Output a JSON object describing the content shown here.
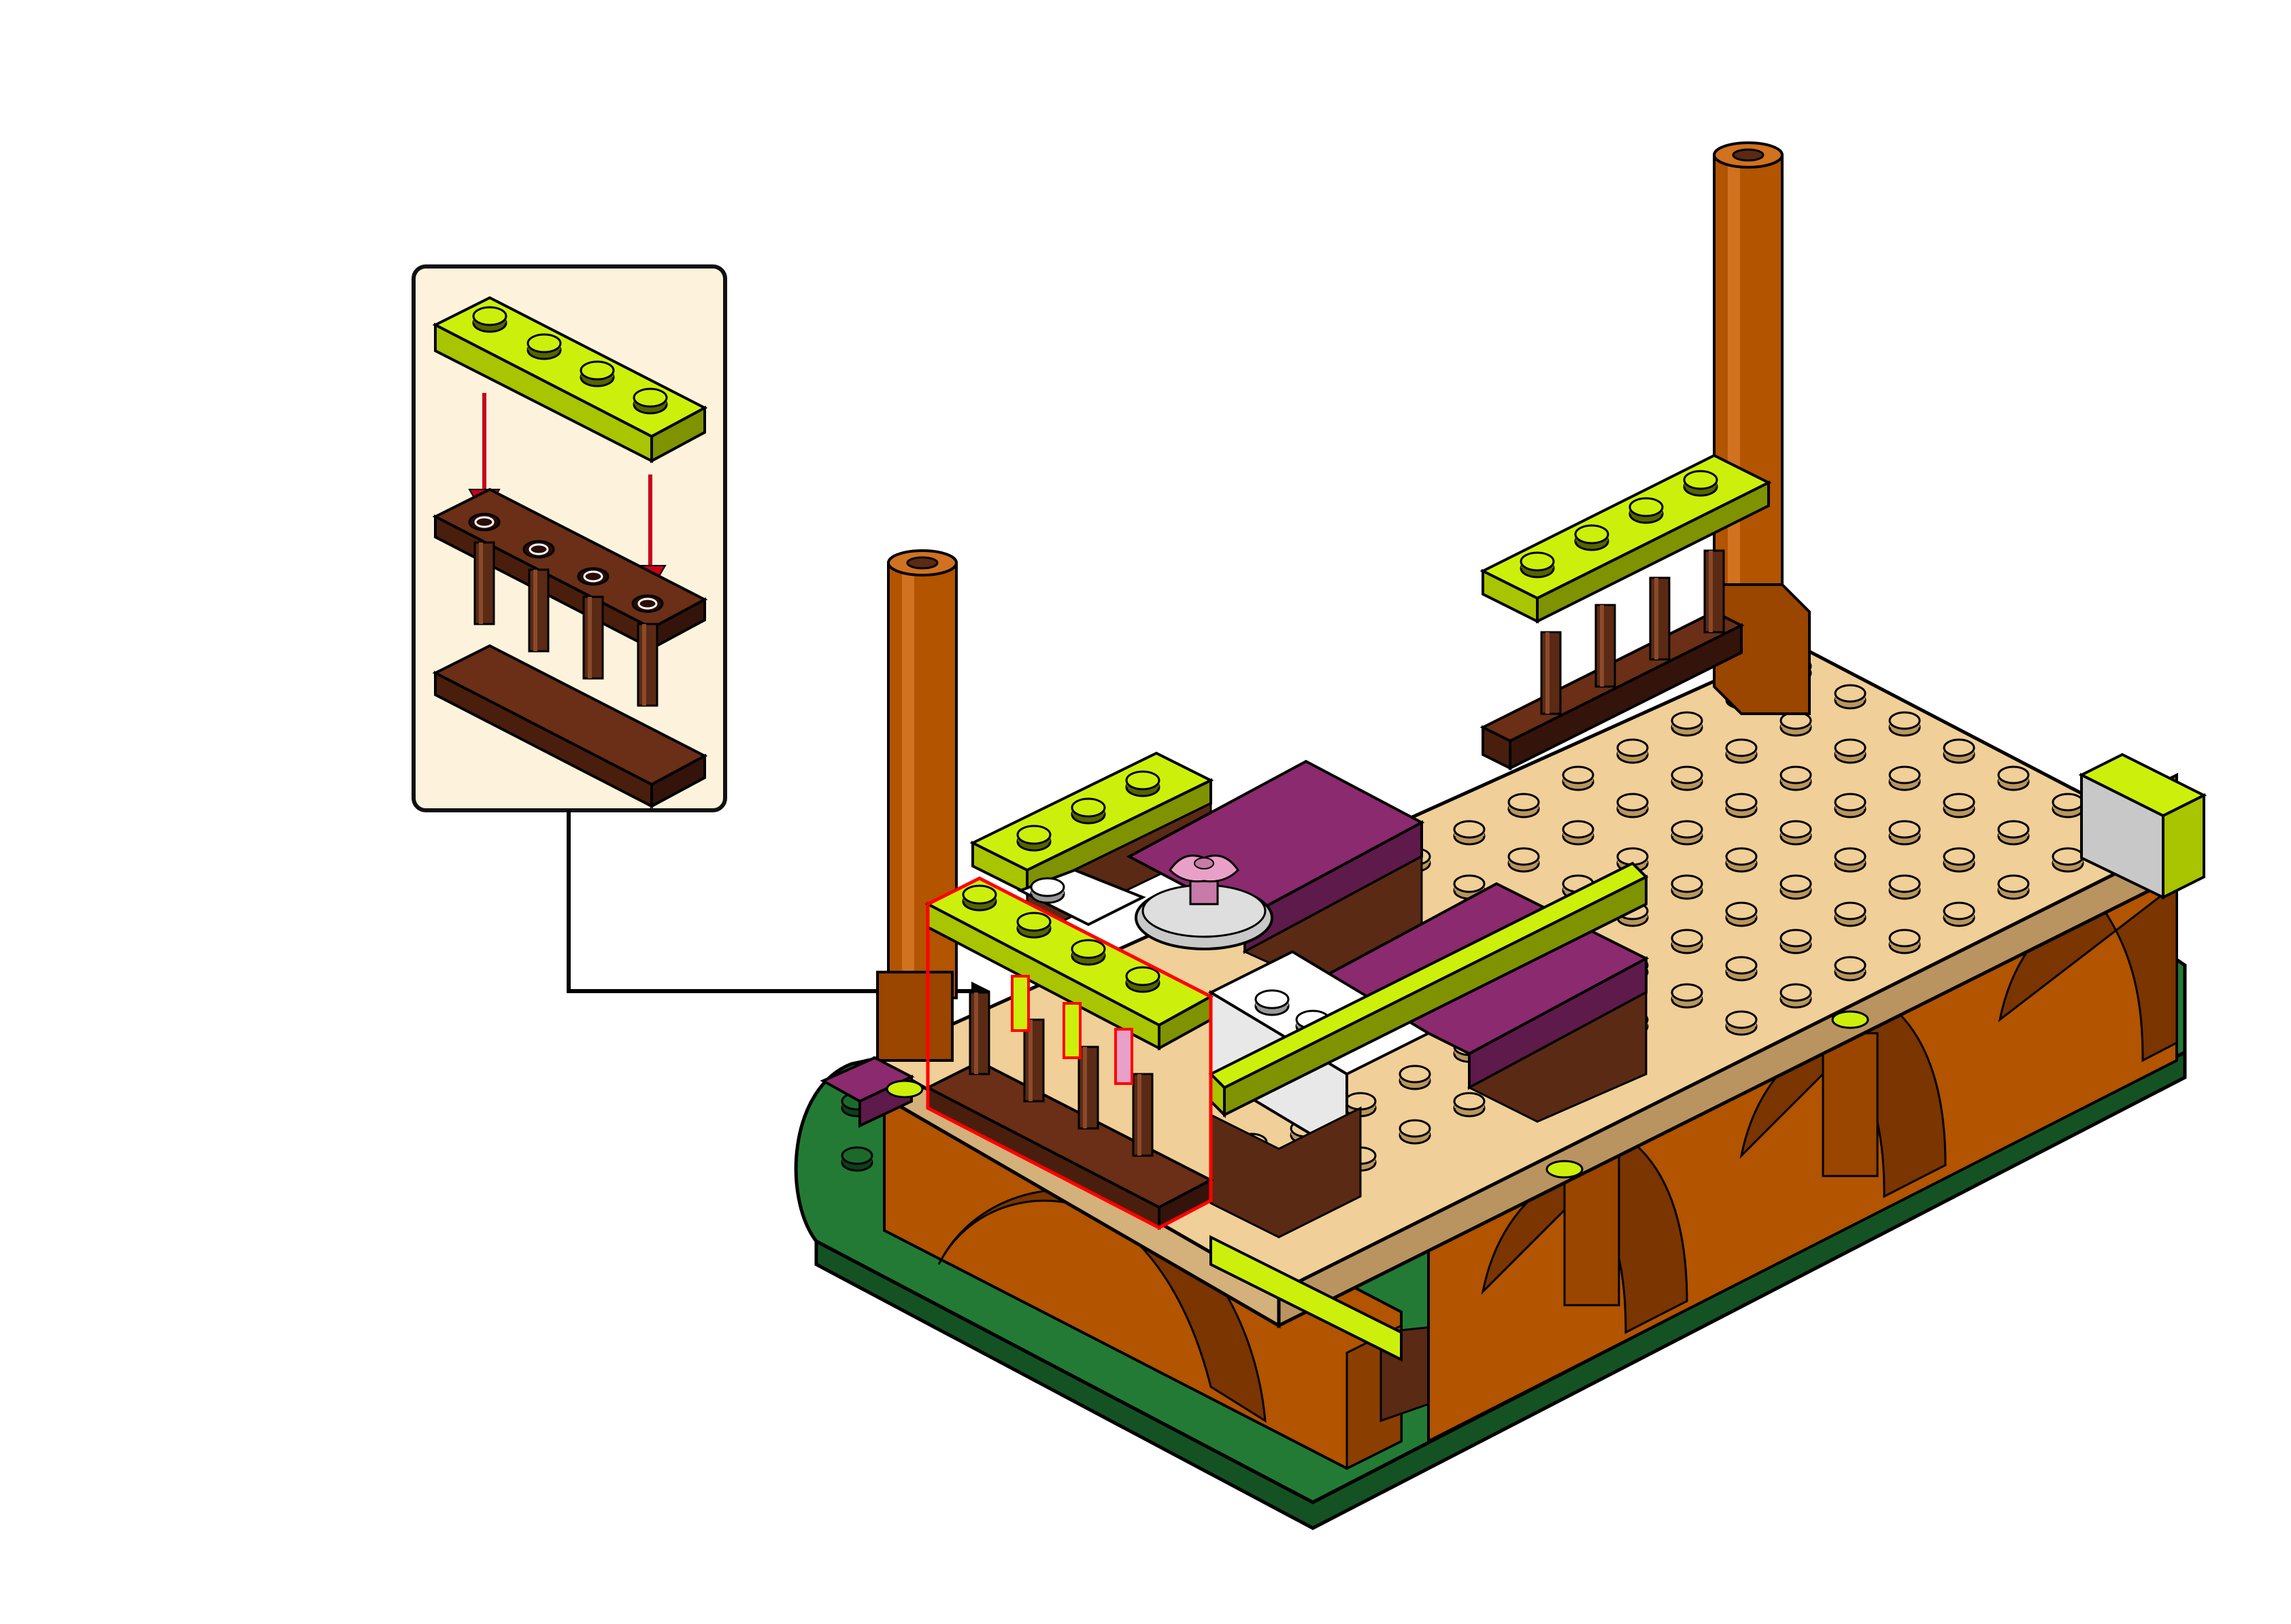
{
  "page": {
    "background": "#ffffff",
    "kind": "LEGO building-instruction step (no printed text)"
  },
  "callout": {
    "background": "#fdf3dc",
    "border": "#111111",
    "parts": [
      "lime-green-1x4-plate",
      "reddish-brown-1x4-fence"
    ],
    "arrow_color": "#c8001a"
  },
  "model": {
    "colors": {
      "lime": "#ccf00b",
      "reddish_brown": "#5a2a15",
      "dark_orange": "#b25400",
      "tan": "#f0cf98",
      "dark_green": "#237a35",
      "magenta": "#8b2a6e",
      "white": "#ffffff",
      "light_gray": "#c8c8c8",
      "pink": "#e9a0c8",
      "highlight": "#ff0000"
    }
  }
}
